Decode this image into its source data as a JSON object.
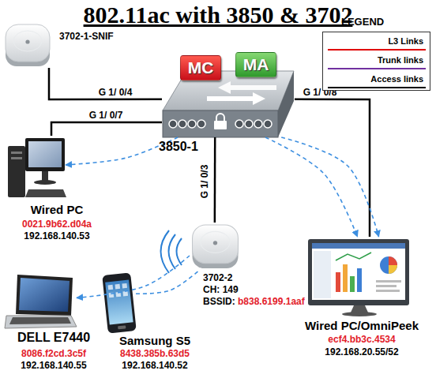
{
  "diagram": {
    "title": "802.11ac with 3850 & 3702",
    "nodes": [
      {
        "text": [
          "3702-1-SNIF"
        ]
      },
      {
        "text": [
          "3850-1"
        ]
      },
      {
        "text": [
          "MC"
        ],
        "in": 1
      },
      {
        "text": [
          "MA"
        ],
        "in": 1
      },
      {
        "text": [
          "Wired PC",
          "0021.9b62.d04a",
          "192.168.140.53"
        ]
      },
      {
        "text": [
          "3702-2",
          "CH: 149",
          "BSSID:",
          "b838.6199.1aaf"
        ]
      },
      {
        "text": [
          "DELL E7440",
          "8086.f2cd.3c5f",
          "192.168.140.55"
        ]
      },
      {
        "text": [
          "Samsung S5",
          "8438.385b.63d5",
          "192.168.140.52"
        ]
      },
      {
        "text": [
          "Wired PC/OmniPeek",
          "ecf4.bb3c.4534",
          "192.168.20.55/52"
        ]
      }
    ],
    "edges": [
      {
        "from": 0,
        "to": 1,
        "arrow": "none",
        "label": "G 1/ 0/4"
      },
      {
        "from": 1,
        "to": 4,
        "arrow": "none",
        "label": "G 1/ 0/7"
      },
      {
        "from": 1,
        "to": 5,
        "arrow": "none",
        "label": "G 1/ 0/3"
      },
      {
        "from": 1,
        "to": 8,
        "arrow": "none",
        "label": "G 1/ 0/8"
      },
      {
        "from": 1,
        "to": 4,
        "arrow": "to"
      },
      {
        "from": 1,
        "to": 8,
        "arrow": "to"
      },
      {
        "from": 1,
        "to": 8,
        "arrow": "to"
      },
      {
        "from": 5,
        "to": 6,
        "arrow": "to"
      },
      {
        "from": 7,
        "to": 5,
        "arrow": "none"
      }
    ],
    "labels": [
      "LEGEND"
    ],
    "legend": [
      {
        "text": "L3 Links"
      },
      {
        "text": "Trunk links"
      },
      {
        "text": "Access links"
      }
    ]
  }
}
